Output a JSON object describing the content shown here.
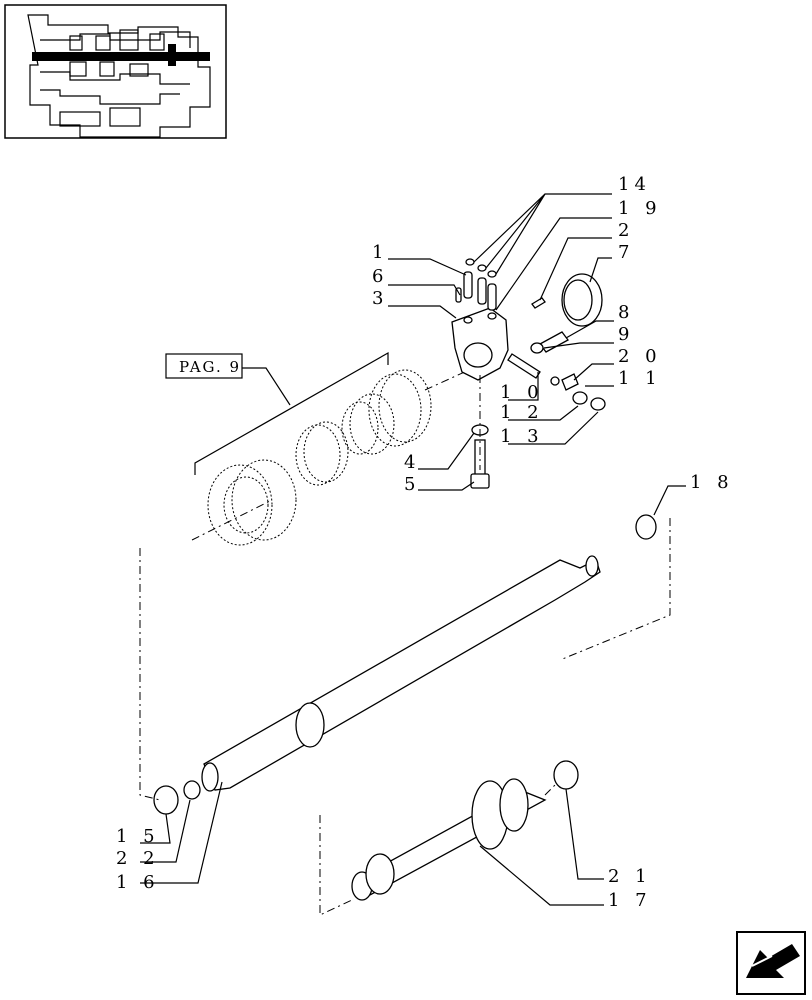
{
  "reference": {
    "label": "PAG. 9"
  },
  "callouts": [
    {
      "id": "c14",
      "text": "14"
    },
    {
      "id": "c19",
      "text": "1 9"
    },
    {
      "id": "c2",
      "text": "2"
    },
    {
      "id": "c7",
      "text": "7"
    },
    {
      "id": "c1",
      "text": "1"
    },
    {
      "id": "c6",
      "text": "6"
    },
    {
      "id": "c3",
      "text": "3"
    },
    {
      "id": "c8",
      "text": "8"
    },
    {
      "id": "c9",
      "text": "9"
    },
    {
      "id": "c20",
      "text": "2 0"
    },
    {
      "id": "c10",
      "text": "1 0"
    },
    {
      "id": "c11",
      "text": "1 1"
    },
    {
      "id": "c12",
      "text": "1 2"
    },
    {
      "id": "c13",
      "text": "1 3"
    },
    {
      "id": "c4",
      "text": "4"
    },
    {
      "id": "c5",
      "text": "5"
    },
    {
      "id": "c18",
      "text": "1 8"
    },
    {
      "id": "c15",
      "text": "1 5"
    },
    {
      "id": "c22",
      "text": "2 2"
    },
    {
      "id": "c16",
      "text": "1 6"
    },
    {
      "id": "c21",
      "text": "2 1"
    },
    {
      "id": "c17",
      "text": "1 7"
    }
  ],
  "icons": {
    "thumbnail": "transmission-overview-icon",
    "nav": "next-page-arrow-icon"
  }
}
